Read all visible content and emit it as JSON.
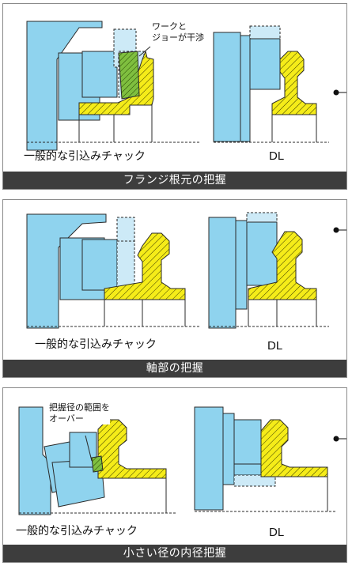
{
  "panels": [
    {
      "caption": "フランジ根元の把握",
      "left_label": "一般的な引込みチャック",
      "right_label": "DL",
      "note_lines": [
        "ワークと",
        "ジョーが干渉"
      ]
    },
    {
      "caption": "軸部の把握",
      "left_label": "一般的な引込みチャック",
      "right_label": "DL",
      "note_lines": []
    },
    {
      "caption": "小さい径の内径把握",
      "left_label": "一般的な引込みチャック",
      "right_label": "DL",
      "note_lines": [
        "把握径の範囲を",
        "オーバー"
      ]
    }
  ],
  "colors": {
    "chuck": "#8fd3ee",
    "chuck_light": "#cdeaf7",
    "workpiece": "#f5ec19",
    "interference": "#7fbf3f",
    "caption_bg": "#3d3d3d"
  }
}
